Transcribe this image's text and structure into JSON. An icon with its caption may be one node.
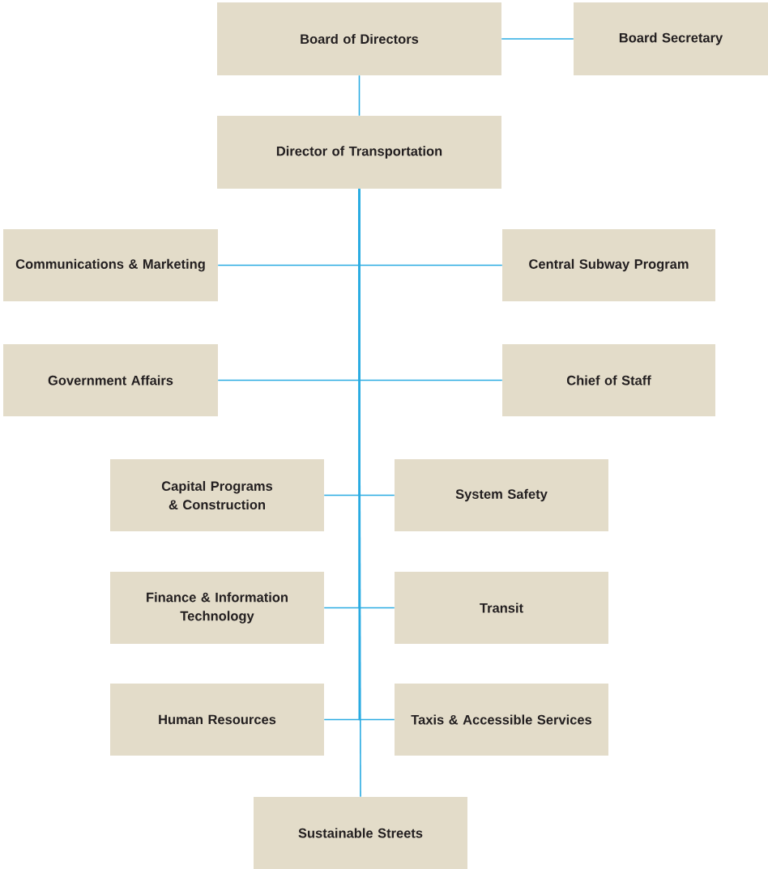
{
  "diagram": {
    "nodes": [
      {
        "text": [
          "Board of Directors"
        ]
      },
      {
        "text": [
          "Board Secretary"
        ]
      },
      {
        "text": [
          "Director of Transportation"
        ]
      },
      {
        "text": [
          "Communications & Marketing"
        ]
      },
      {
        "text": [
          "Central Subway Program"
        ]
      },
      {
        "text": [
          "Government Affairs"
        ]
      },
      {
        "text": [
          "Chief of Staff"
        ]
      },
      {
        "text": [
          "Capital Programs & Construction"
        ]
      },
      {
        "text": [
          "System Safety"
        ]
      },
      {
        "text": [
          "Finance & Information Technology"
        ]
      },
      {
        "text": [
          "Transit"
        ]
      },
      {
        "text": [
          "Human Resources"
        ]
      },
      {
        "text": [
          "Taxis & Accessible Services"
        ]
      },
      {
        "text": [
          "Sustainable Streets"
        ]
      }
    ],
    "edges": [
      {
        "from": 0,
        "to": 1,
        "arrow": "none"
      },
      {
        "from": 0,
        "to": 2,
        "arrow": "none"
      },
      {
        "from": 2,
        "to": 3,
        "arrow": "none"
      },
      {
        "from": 2,
        "to": 4,
        "arrow": "none"
      },
      {
        "from": 2,
        "to": 5,
        "arrow": "none"
      },
      {
        "from": 2,
        "to": 6,
        "arrow": "none"
      },
      {
        "from": 2,
        "to": 7,
        "arrow": "none"
      },
      {
        "from": 2,
        "to": 8,
        "arrow": "none"
      },
      {
        "from": 2,
        "to": 9,
        "arrow": "none"
      },
      {
        "from": 2,
        "to": 10,
        "arrow": "none"
      },
      {
        "from": 2,
        "to": 11,
        "arrow": "none"
      },
      {
        "from": 2,
        "to": 12,
        "arrow": "none"
      },
      {
        "from": 2,
        "to": 13,
        "arrow": "none"
      }
    ]
  }
}
